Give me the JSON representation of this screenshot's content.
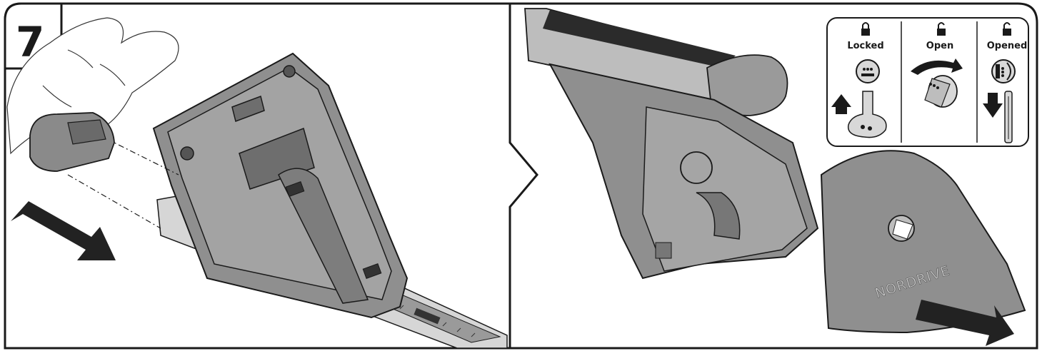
{
  "step": {
    "number": "7"
  },
  "legend": {
    "states": [
      {
        "label": "Locked",
        "icon": "locked-padlock-icon"
      },
      {
        "label": "Open",
        "icon": "open-padlock-icon"
      },
      {
        "label": "Opened",
        "icon": "open-padlock-icon"
      }
    ]
  },
  "brand": {
    "text": "NORDRIVE"
  },
  "colors": {
    "frame": "#1a1a1a",
    "part_fill": "#8f8f8f",
    "part_dark": "#6e6e6e",
    "part_light": "#b8b8b8",
    "bar_fill": "#cfcfcf",
    "arrow": "#222222"
  }
}
